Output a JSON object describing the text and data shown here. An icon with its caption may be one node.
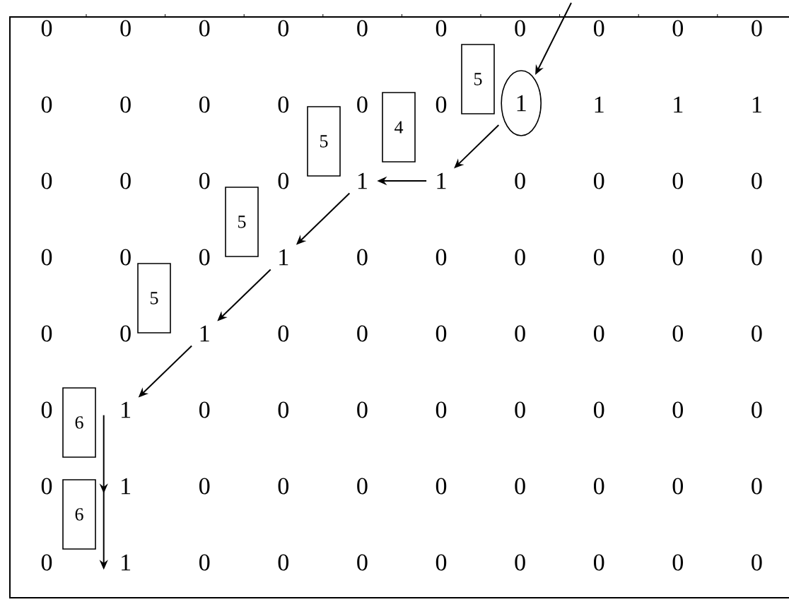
{
  "diagram": {
    "nodes": [
      {
        "text": [
          "5"
        ]
      },
      {
        "text": [
          "1"
        ]
      },
      {
        "text": [
          "4"
        ]
      },
      {
        "text": [
          "5"
        ]
      },
      {
        "text": [
          "1"
        ]
      },
      {
        "text": [
          "1"
        ]
      },
      {
        "text": [
          "5"
        ]
      },
      {
        "text": [
          "1"
        ]
      },
      {
        "text": [
          "5"
        ]
      },
      {
        "text": [
          "1"
        ]
      },
      {
        "text": [
          "1"
        ]
      },
      {
        "text": [
          "6"
        ]
      },
      {
        "text": [
          "1"
        ]
      },
      {
        "text": [
          "6"
        ]
      },
      {
        "text": [
          "1"
        ]
      }
    ],
    "edges": [
      {
        "from": null,
        "to": 1,
        "arrow": "to"
      },
      {
        "from": 1,
        "to": 5,
        "arrow": "to"
      },
      {
        "from": 5,
        "to": 4,
        "arrow": "to"
      },
      {
        "from": 4,
        "to": 7,
        "arrow": "to"
      },
      {
        "from": 7,
        "to": 9,
        "arrow": "to"
      },
      {
        "from": 9,
        "to": 10,
        "arrow": "to"
      },
      {
        "from": 10,
        "to": 12,
        "arrow": "to"
      },
      {
        "from": 12,
        "to": 14,
        "arrow": "to"
      }
    ],
    "labels": [
      "0",
      "0",
      "0",
      "0",
      "0",
      "0",
      "0",
      "0",
      "0",
      "0",
      "0",
      "0",
      "0",
      "0",
      "0",
      "0",
      "1",
      "1",
      "1",
      "0",
      "0",
      "0",
      "0",
      "0",
      "0",
      "0",
      "0",
      "0",
      "0",
      "0",
      "0",
      "0",
      "0",
      "0",
      "0",
      "0",
      "0",
      "0",
      "0",
      "0",
      "0",
      "0",
      "0",
      "0",
      "0",
      "0",
      "0",
      "0",
      "0",
      "0",
      "0",
      "0",
      "0",
      "0",
      "0",
      "0",
      "0",
      "0",
      "0",
      "0",
      "0",
      "0",
      "0",
      "0",
      "0",
      "0",
      "0",
      "0",
      "0",
      "0",
      "0",
      "0"
    ]
  }
}
